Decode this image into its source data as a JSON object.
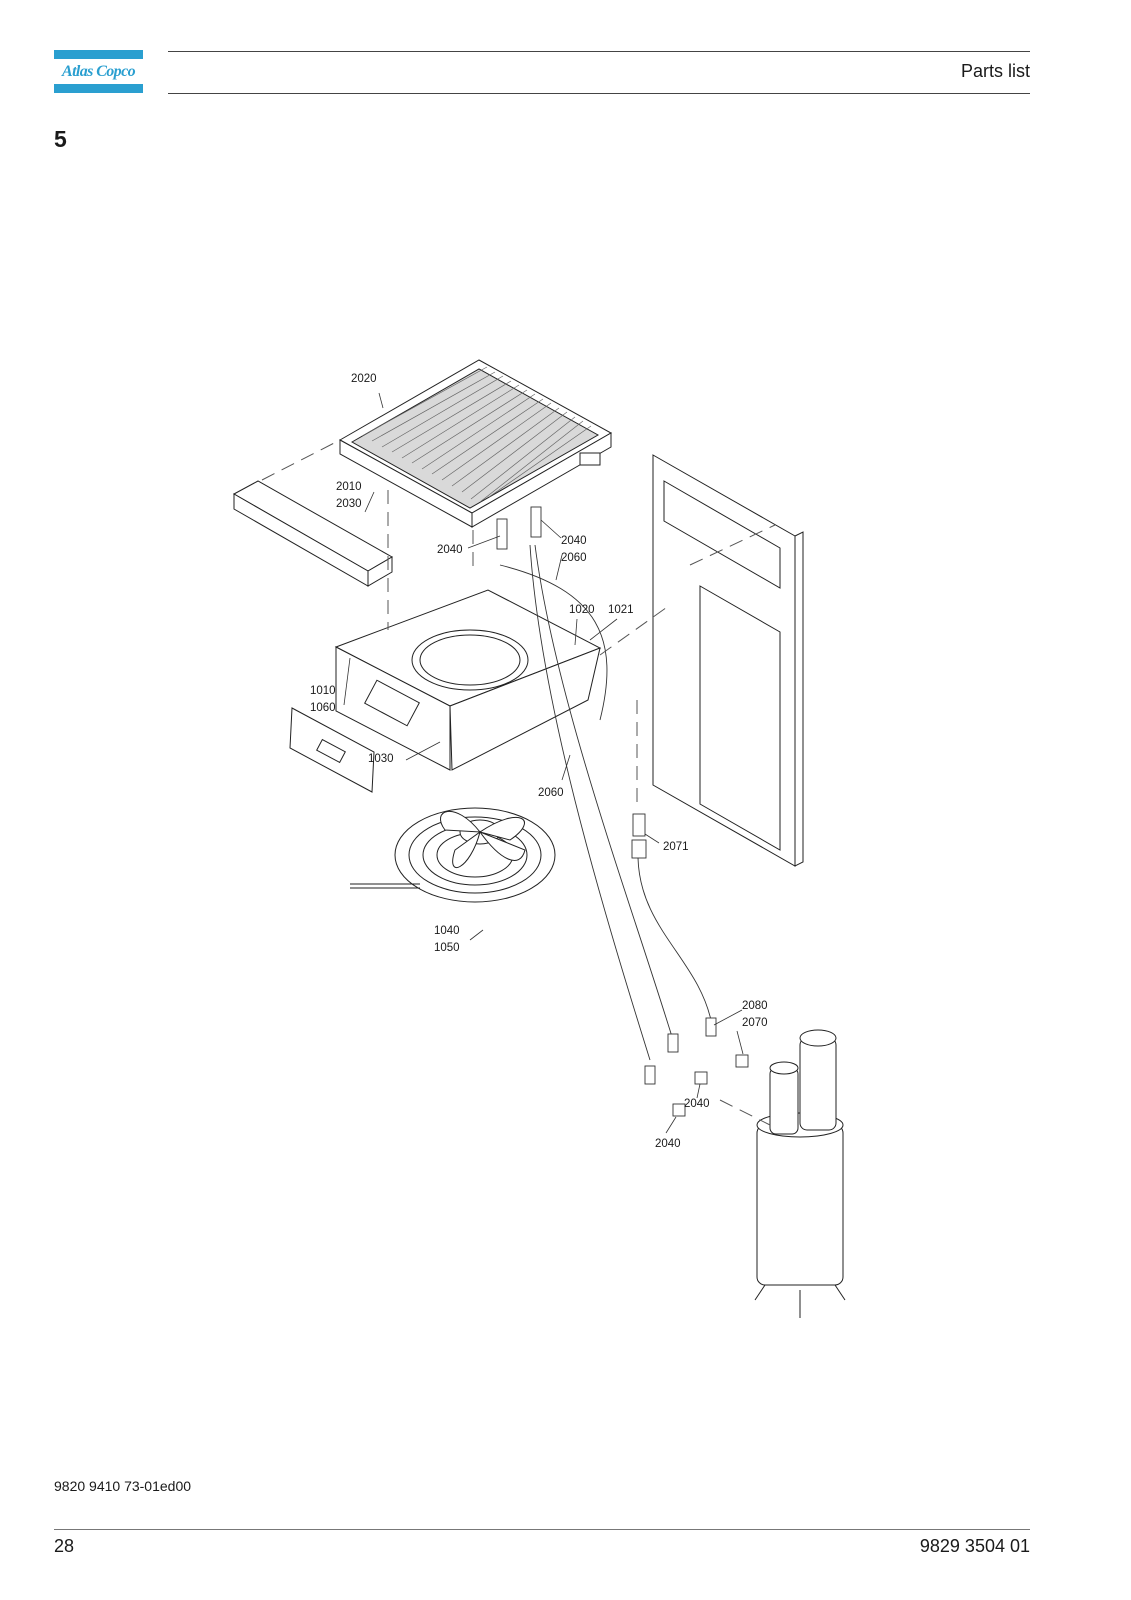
{
  "header": {
    "logo_text": "Atlas Copco",
    "title": "Parts list"
  },
  "section_number": "5",
  "diagram": {
    "callouts": [
      "2020",
      "2010",
      "2030",
      "2040",
      "2040",
      "2060",
      "1020",
      "1021",
      "1010",
      "1060",
      "1030",
      "2060",
      "2071",
      "1040",
      "1050",
      "2080",
      "2070",
      "2040",
      "2040"
    ]
  },
  "footer": {
    "doc_ref": "9820 9410 73-01ed00",
    "page_number": "28",
    "manual_number": "9829 3504 01"
  },
  "colors": {
    "brand": "#2a9fd0",
    "line": "#444444"
  }
}
